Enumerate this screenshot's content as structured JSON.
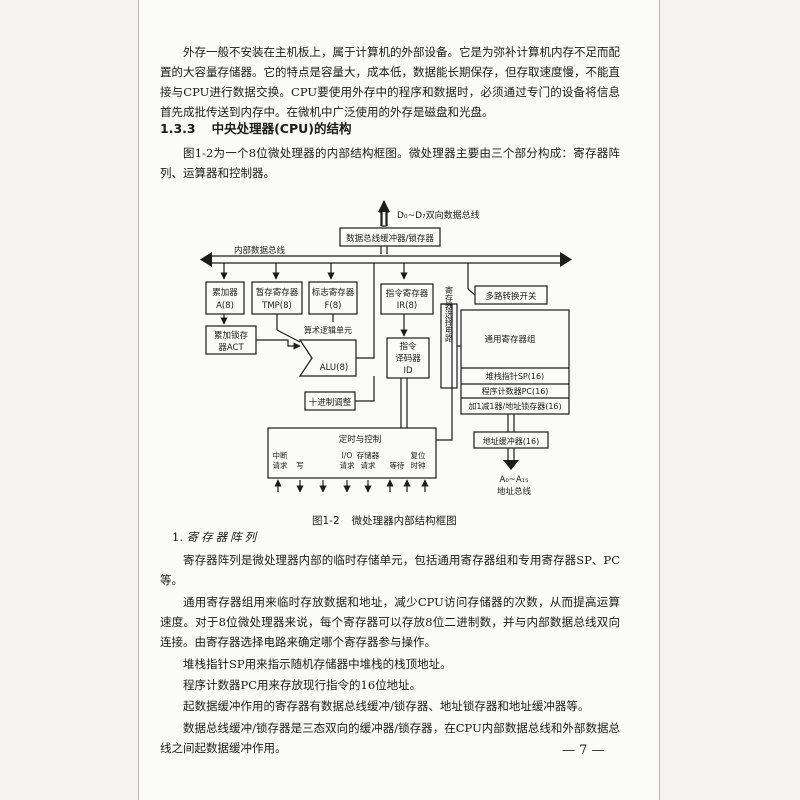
{
  "paragraphs": {
    "p1": "外存一般不安装在主机板上，属于计算机的外部设备。它是为弥补计算机内存不足而配置的大容量存储器。它的特点是容量大，成本低，数据能长期保存，但存取速度慢，不能直接与CPU进行数据交换。CPU要使用外存中的程序和数据时，必须通过专门的设备将信息首先成批传送到内存中。在微机中广泛使用的外存是磁盘和光盘。",
    "p2": "图1-2为一个8位微处理器的内部结构框图。微处理器主要由三个部分构成：寄存器阵列、运算器和控制器。",
    "p3": "寄存器阵列是微处理器内部的临时存储单元，包括通用寄存器组和专用寄存器SP、PC等。",
    "p4": "通用寄存器组用来临时存放数据和地址，减少CPU访问存储器的次数，从而提高运算速度。对于8位微处理器来说，每个寄存器可以存放8位二进制数，并与内部数据总线双向连接。由寄存器选择电路来确定哪个寄存器参与操作。",
    "p5": "堆栈指针SP用来指示随机存储器中堆栈的栈顶地址。",
    "p6": "程序计数器PC用来存放现行指令的16位地址。",
    "p7": "起数据缓冲作用的寄存器有数据总线缓冲/锁存器、地址锁存器和地址缓冲器等。",
    "p8": "数据总线缓冲/锁存器是三态双向的缓冲器/锁存器，在CPU内部数据总线和外部数据总线之间起数据缓冲作用。"
  },
  "section": {
    "number": "1.3.3",
    "title": "中央处理器(CPU)的结构"
  },
  "subsection": {
    "number": "1.",
    "title": "寄存器阵列"
  },
  "figure": {
    "number": "图1-2",
    "caption": "微处理器内部结构框图",
    "labels": {
      "ext_bus": "D₀~D₇双向数据总线",
      "data_buffer": "数据总线缓冲器/锁存器",
      "internal_bus": "内部数据总线",
      "acc_line1": "累加器",
      "acc_line2": "A(8)",
      "tmp_line1": "暂存寄存器",
      "tmp_line2": "TMP(8)",
      "flag_line1": "标志寄存器",
      "flag_line2": "F(8)",
      "ir_line1": "指令寄存器",
      "ir_line2": "IR(8)",
      "mux": "多路转换开关",
      "act_line1": "累加锁存",
      "act_line2": "器ACT",
      "alu_unit": "算术逻辑单元",
      "alu": "ALU(8)",
      "decoder_line1": "指令",
      "decoder_line2": "译码器",
      "decoder_line3": "ID",
      "reg_select": "寄存器选择电路",
      "gpr": "通用寄存器组",
      "sp": "堆栈指针SP(16)",
      "pc": "程序计数器PC(16)",
      "inc_latch": "加1减1器/地址锁存器(16)",
      "decimal_adjust": "十进制调整",
      "addr_buffer": "地址缓冲器(16)",
      "addr_bus_line1": "A₀~A₁₅",
      "addr_bus_line2": "地址总线",
      "timing_control": "定时与控制",
      "sig_int_1": "中断",
      "sig_int_2": "请求",
      "sig_write": "写",
      "sig_io": "I/O",
      "sig_io_req": "请求",
      "sig_mem": "存储器",
      "sig_mem_req": "请求",
      "sig_wait": "等待",
      "sig_reset_1": "复位",
      "sig_reset_2": "时钟"
    }
  },
  "page_number": "— 7 —"
}
